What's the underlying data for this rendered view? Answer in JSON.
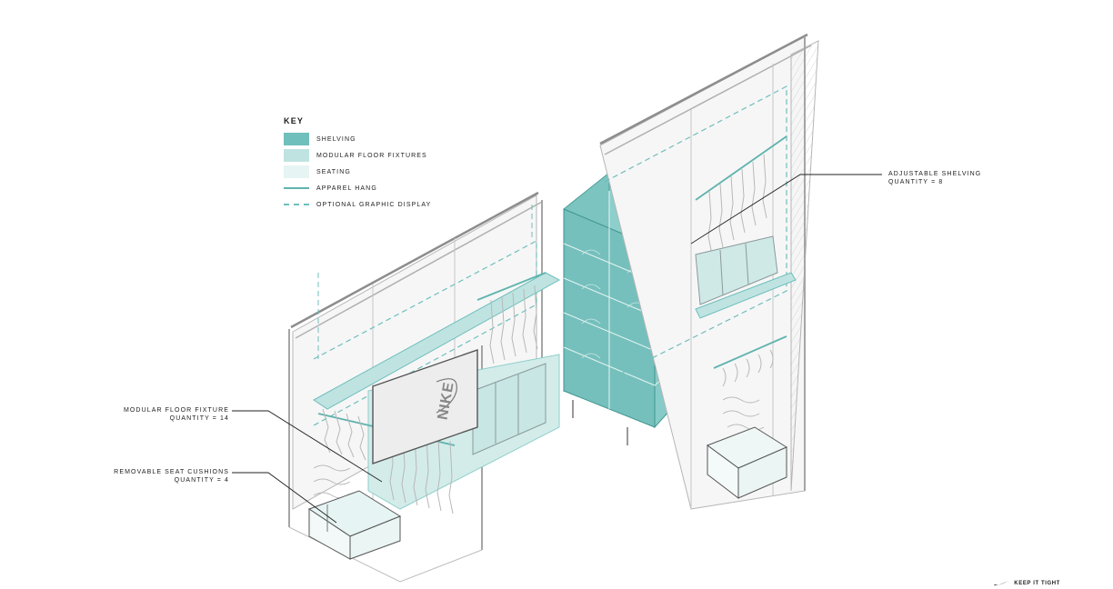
{
  "colors": {
    "shelving": "#6fbfbc",
    "modular": "#bfe3e1",
    "seating": "#e6f4f3",
    "apparel_hang": "#5fb3ae",
    "graphic": "#6fbfbc",
    "frame": "#9a9a9a"
  },
  "key": {
    "title": "KEY",
    "items": [
      {
        "label": "SHELVING",
        "type": "fill"
      },
      {
        "label": "MODULAR FLOOR FIXTURES",
        "type": "fill"
      },
      {
        "label": "SEATING",
        "type": "fill"
      },
      {
        "label": "APPAREL HANG",
        "type": "line"
      },
      {
        "label": "OPTIONAL GRAPHIC DISPLAY",
        "type": "dashed"
      }
    ]
  },
  "callouts": {
    "adjustable_shelving": {
      "line1": "ADJUSTABLE SHELVING",
      "line2": "QUANTITY = 8"
    },
    "modular_floor_fixture": {
      "line1": "MODULAR FLOOR FIXTURE",
      "line2": "QUANTITY = 14"
    },
    "removable_seat_cushions": {
      "line1": "REMOVABLE SEAT CUSHIONS",
      "line2": "QUANTITY = 4"
    }
  },
  "sign_text": "NIKE",
  "brand": {
    "logo_icon": "swoosh-icon",
    "tagline": "KEEP IT TIGHT"
  }
}
